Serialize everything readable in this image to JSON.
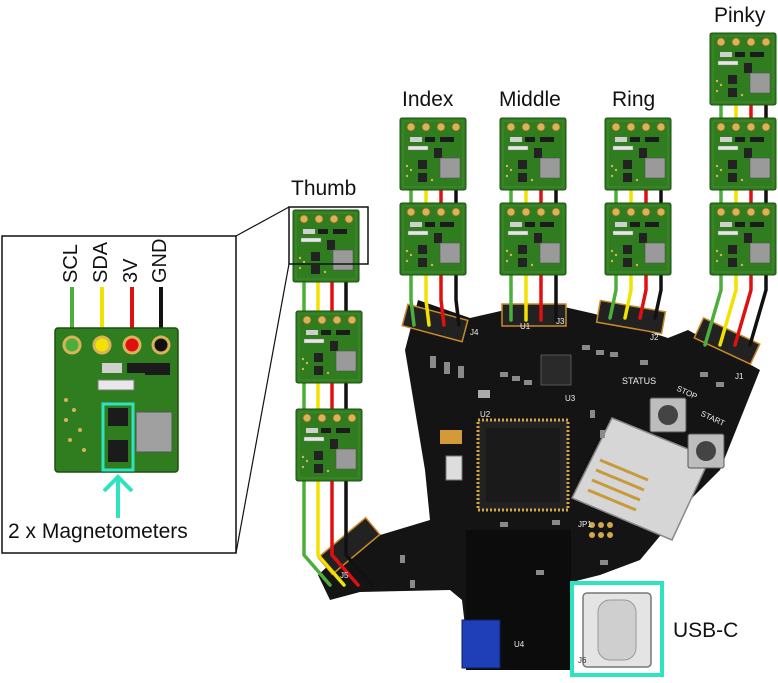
{
  "finger_labels": {
    "thumb": "Thumb",
    "index": "Index",
    "middle": "Middle",
    "ring": "Ring",
    "pinky": "Pinky"
  },
  "callouts": {
    "magnetometers": "2 x Magnetometers",
    "usb": "USB-C"
  },
  "pins": {
    "scl": "SCL",
    "sda": "SDA",
    "v3": "3V",
    "gnd": "GND"
  },
  "board_labels": {
    "status": "STATUS",
    "stop": "STOP",
    "start": "START",
    "j1": "J1",
    "j2": "J2",
    "j3": "J3",
    "j4": "J4",
    "j5": "J5",
    "j6": "J6",
    "u1": "U1",
    "u2": "U2",
    "u3": "U3",
    "u4": "U4",
    "jp1": "JP1"
  },
  "colors": {
    "wire_scl": "#4caf3c",
    "wire_sda": "#f2e200",
    "wire_3v": "#e01010",
    "wire_gnd": "#111111",
    "pcb_green": "#2e7d1e",
    "mainboard": "#141414",
    "highlight": "#2de3c0"
  }
}
